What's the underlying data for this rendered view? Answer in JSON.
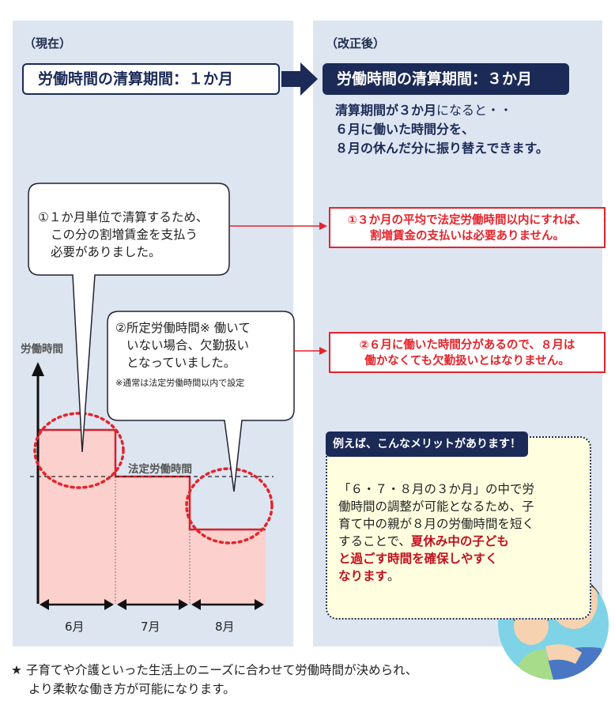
{
  "left_header": "（現在）",
  "right_header": "（改正後）",
  "left_title": "労働時間の清算期間：１か月",
  "right_title": "労働時間の清算期間：３か月",
  "right_desc": {
    "line1_bold": "清算期間が３か月",
    "line1_rest": "になると・・",
    "line2": "６月に働いた時間分を、",
    "line3": "８月の休んだ分に振り替えできます。"
  },
  "bubble1": {
    "line1": "①１か月単位で清算するため、",
    "line2": "この分の割増賃金を支払う",
    "line3": "必要がありました。"
  },
  "bubble2": {
    "line1": "②所定労働時間※ 働いて",
    "line2": "いない場合、欠勤扱い",
    "line3": "となっていました。",
    "note": "※通常は法定労働時間以内で設定"
  },
  "red_box1": {
    "line1": "①３か月の平均で法定労働時間以内にすれば、",
    "line2": "割増賃金の支払いは必要ありません。"
  },
  "red_box2": {
    "line1": "②６月に働いた時間分があるので、８月は",
    "line2": "働かなくても欠勤扱いとはなりません。"
  },
  "chart_data": {
    "type": "step",
    "ylabel": "労働時間",
    "reference_label": "法定労働時間",
    "categories": [
      "6月",
      "7月",
      "8月"
    ]
  },
  "merit": {
    "tag": "例えば、こんなメリットがあります！",
    "line1": "「６・７・８月の３か月」の中で労",
    "line2": "働時間の調整が可能となるため、子",
    "line3": "育て中の親が８月の労働時間を短く",
    "line4_plain": "することで、",
    "line4_red": "夏休み中の子ども",
    "line5_red": "と過ごす時間を確保しやすく",
    "line6_red": "なります",
    "line6_end": "。"
  },
  "footer": {
    "star": "★",
    "line1": "子育てや介護といった生活上のニーズに合わせて労働時間が決められ、",
    "line2": "より柔軟な働き方が可能になります。"
  },
  "colors": {
    "navy": "#1b2a57",
    "red": "#e3242b",
    "panel": "#dde5f1",
    "fill": "#fcd0cc",
    "merit_bg": "#ffffe0"
  }
}
